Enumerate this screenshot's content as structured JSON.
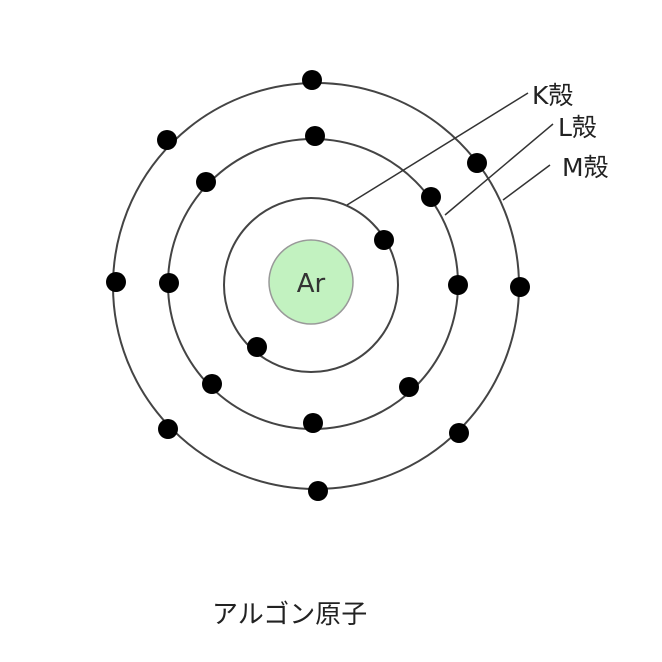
{
  "element_symbol": "Ar",
  "caption": "アルゴン原子",
  "shells": [
    {
      "label": "K殻",
      "electrons": 2
    },
    {
      "label": "L殻",
      "electrons": 8
    },
    {
      "label": "M殻",
      "electrons": 8
    }
  ],
  "colors": {
    "nucleus": "#c2f2c0",
    "nucleus_border": "#999999",
    "orbit": "#444444",
    "electron": "#000000"
  }
}
